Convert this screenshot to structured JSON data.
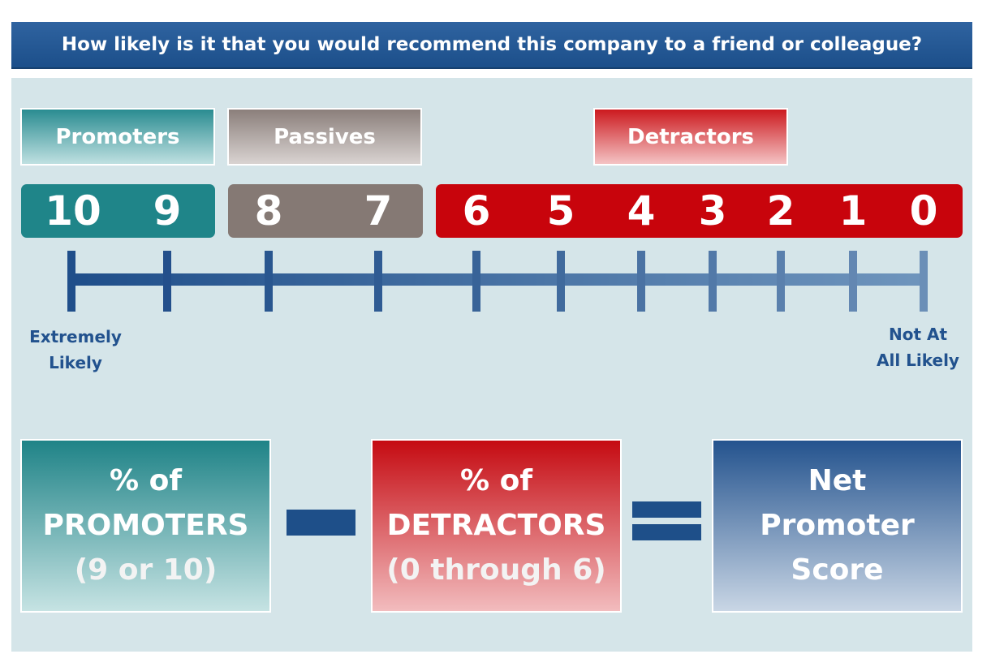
{
  "question": "How likely is it that you would recommend this company to a friend or colleague?",
  "categories": {
    "promoters": "Promoters",
    "passives": "Passives",
    "detractors": "Detractors"
  },
  "scale": [
    "10",
    "9",
    "8",
    "7",
    "6",
    "5",
    "4",
    "3",
    "2",
    "1",
    "0"
  ],
  "anchors": {
    "left_line1": "Extremely",
    "left_line2": "Likely",
    "right_line1": "Not At",
    "right_line2": "All Likely"
  },
  "formula": {
    "promoters": {
      "line1": "% of",
      "line2": "PROMOTERS",
      "line3": "(9 or 10)"
    },
    "detractors": {
      "line1": "% of",
      "line2": "DETRACTORS",
      "line3": "(0 through 6)"
    },
    "result": {
      "line1": "Net",
      "line2": "Promoter",
      "line3": "Score"
    }
  },
  "colors": {
    "header": "#1c4f8a",
    "promoters": "#1f8589",
    "passives": "#857974",
    "detractors": "#c8040c",
    "scale_line": "#22528e",
    "panel": "#d5e5e9"
  }
}
